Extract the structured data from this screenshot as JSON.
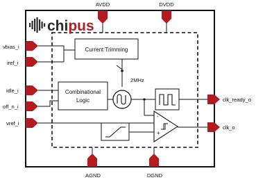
{
  "logo": {
    "text_chi": "chi",
    "text_pus": "pus",
    "color_dark": "#2b2b2b",
    "color_accent": "#b01f24"
  },
  "colors": {
    "pin": "#b31b21",
    "line": "#111111"
  },
  "pins": {
    "top": [
      "AVDD",
      "DVDD"
    ],
    "bottom": [
      "AGND",
      "DGND"
    ],
    "left": [
      "vbias_i",
      "iref_i",
      "idle_i",
      "off_n_i",
      "vref_i"
    ],
    "right": [
      "clk_ready_o",
      "clk_o"
    ]
  },
  "blocks": {
    "current_trimming": "Current Trimming",
    "combinational_logic_line1": "Combinational",
    "combinational_logic_line2": "Logic",
    "oscillator_freq": "2MHz"
  },
  "comparator": {
    "minus": "-",
    "plus": "+"
  }
}
